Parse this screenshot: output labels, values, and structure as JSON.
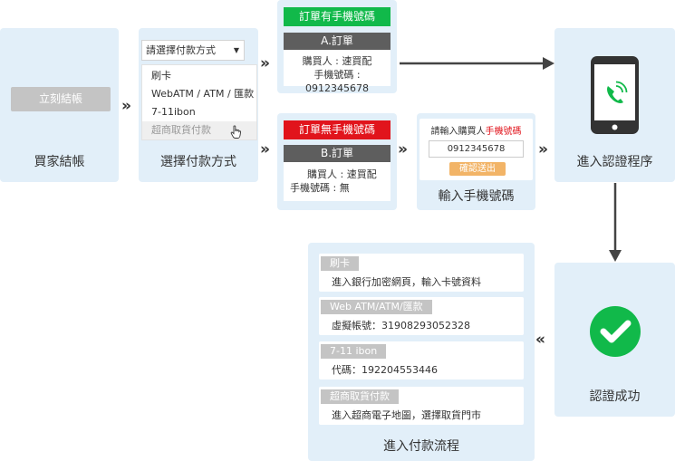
{
  "step1": {
    "button": "立刻結帳",
    "caption": "買家結帳"
  },
  "step2": {
    "caption": "選擇付款方式",
    "dropdown_placeholder": "請選擇付款方式",
    "options": [
      "刷卡",
      "WebATM / ATM / 匯款",
      "7-11ibon",
      "超商取貨付款"
    ]
  },
  "orderA": {
    "header": "訂單有手機號碼",
    "title": "A.訂單",
    "buyer": "購買人 : 速買配",
    "phone": "手機號碼 : 0912345678"
  },
  "orderB": {
    "header": "訂單無手機號碼",
    "title": "B.訂單",
    "buyer": "購買人 : 速買配",
    "phone": "手機號碼 : 無"
  },
  "phoneInput": {
    "prompt_prefix": "請輸入購買人",
    "prompt_highlight": "手機號碼",
    "value": "0912345678",
    "confirm": "確認送出",
    "caption": "輸入手機號碼"
  },
  "verify": {
    "caption": "進入認證程序",
    "icon": "phone-call-icon"
  },
  "success": {
    "caption": "認證成功",
    "icon": "check-circle-icon"
  },
  "payment_flow": {
    "caption": "進入付款流程",
    "items": [
      {
        "label": "刷卡",
        "desc": "進入銀行加密網頁，輸入卡號資料"
      },
      {
        "label": "Web ATM/ATM/匯款",
        "desc": "虛擬帳號：31908293052328"
      },
      {
        "label": "7-11 ibon",
        "desc": "代碼：192204553446"
      },
      {
        "label": "超商取貨付款",
        "desc": "進入超商電子地圖，選擇取貨門市"
      }
    ]
  },
  "colors": {
    "panel": "#e2eff9",
    "green": "#11b94a",
    "red": "#e1141c",
    "dark": "#5e5e5e",
    "orange": "#f2b467",
    "arrow": "#444444"
  }
}
